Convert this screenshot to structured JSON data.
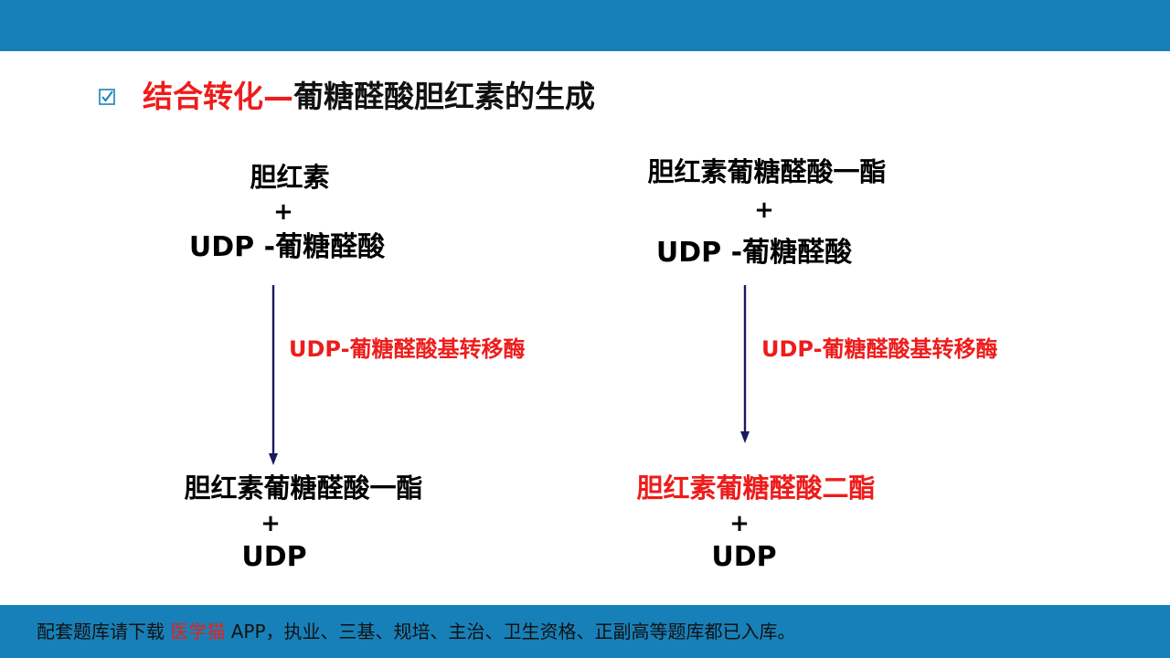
{
  "title": {
    "red_part": "结合转化—",
    "black_part": "葡糖醛酸胆红素的生成"
  },
  "left": {
    "reactant1": "胆红素",
    "plus1": "+",
    "reactant2": "UDP -葡糖醛酸",
    "enzyme": "UDP-葡糖醛酸基转移酶",
    "product1": "胆红素葡糖醛酸一酯",
    "plus2": "+",
    "product2": "UDP"
  },
  "right": {
    "reactant1": "胆红素葡糖醛酸一酯",
    "plus1": "+",
    "reactant2": "UDP -葡糖醛酸",
    "enzyme": "UDP-葡糖醛酸基转移酶",
    "product1": "胆红素葡糖醛酸二酯",
    "plus2": "+",
    "product2": "UDP"
  },
  "footer": {
    "prefix": "配套题库请下载 ",
    "brand": "医学猫",
    "suffix": " APP，执业、三基、规培、主治、卫生资格、正副高等题库都已入库。"
  },
  "colors": {
    "bar": "#1880b8",
    "accent_red": "#ee1c1c",
    "arrow": "#1a1a5e",
    "checkbox": "#1880b8"
  },
  "icons": {
    "title_bullet": "checkbox-checked-icon"
  }
}
